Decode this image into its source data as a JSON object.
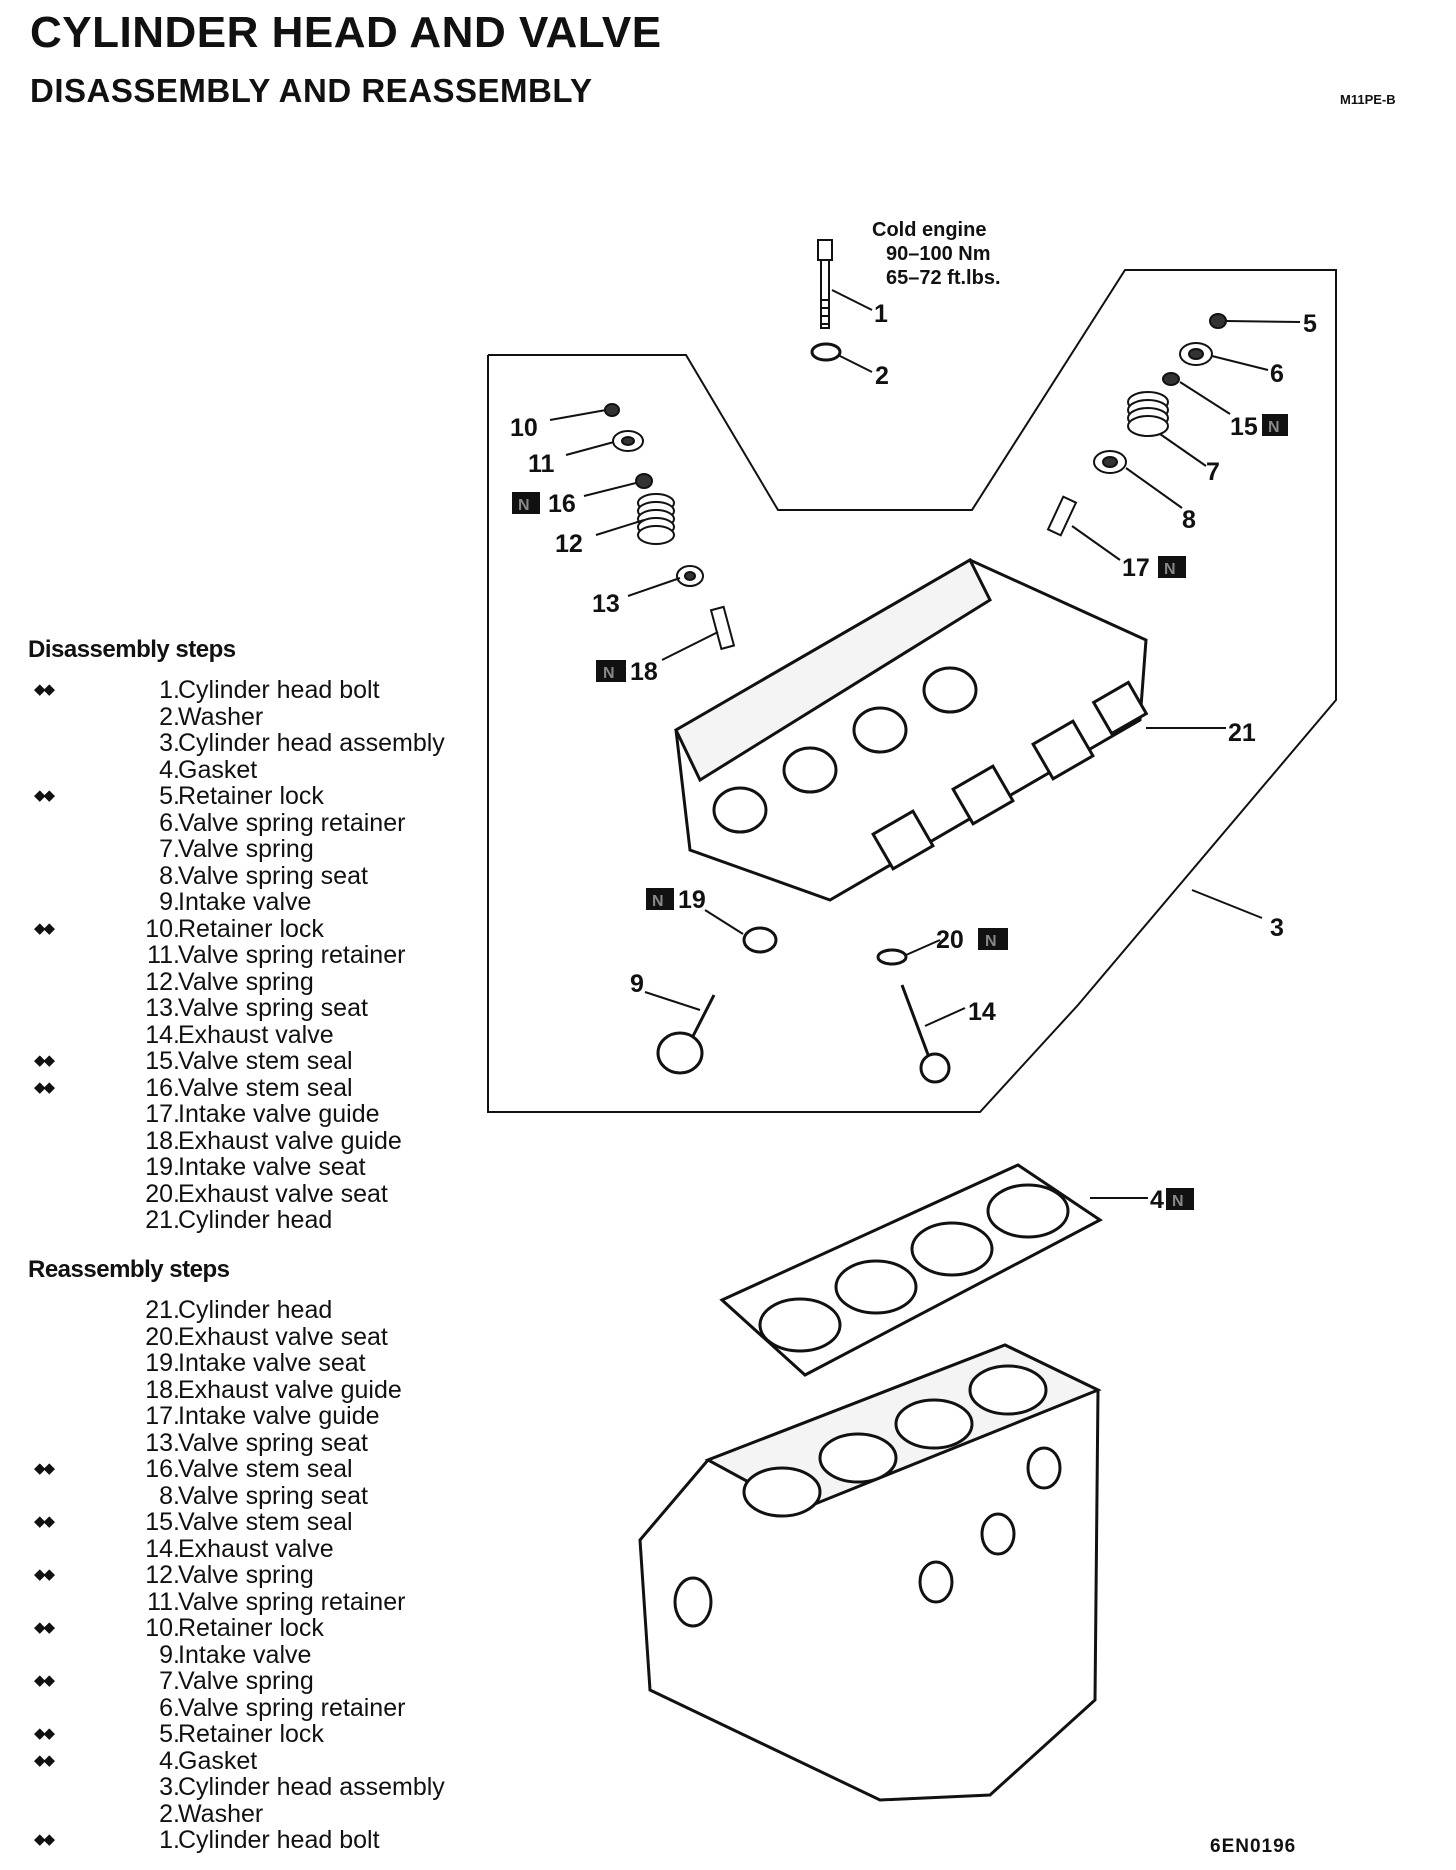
{
  "header": {
    "title": "CYLINDER HEAD AND VALVE",
    "subtitle": "DISASSEMBLY AND REASSEMBLY",
    "code": "M11PE-B"
  },
  "torque_note": {
    "line1": "Cold engine",
    "line2": "90–100 Nm",
    "line3": "65–72 ft.lbs."
  },
  "disassembly": {
    "heading": "Disassembly steps",
    "steps": [
      {
        "mark": "◆◆",
        "num": "1.",
        "text": "Cylinder head bolt"
      },
      {
        "mark": "",
        "num": "2.",
        "text": "Washer"
      },
      {
        "mark": "",
        "num": "3.",
        "text": "Cylinder head assembly"
      },
      {
        "mark": "",
        "num": "4.",
        "text": "Gasket"
      },
      {
        "mark": "◆◆",
        "num": "5.",
        "text": "Retainer lock"
      },
      {
        "mark": "",
        "num": "6.",
        "text": "Valve spring retainer"
      },
      {
        "mark": "",
        "num": "7.",
        "text": "Valve spring"
      },
      {
        "mark": "",
        "num": "8.",
        "text": "Valve spring seat"
      },
      {
        "mark": "",
        "num": "9.",
        "text": "Intake valve"
      },
      {
        "mark": "◆◆",
        "num": "10.",
        "text": "Retainer lock"
      },
      {
        "mark": "",
        "num": "11.",
        "text": "Valve spring retainer"
      },
      {
        "mark": "",
        "num": "12.",
        "text": "Valve spring"
      },
      {
        "mark": "",
        "num": "13.",
        "text": "Valve spring seat"
      },
      {
        "mark": "",
        "num": "14.",
        "text": "Exhaust valve"
      },
      {
        "mark": "◆◆",
        "num": "15.",
        "text": "Valve stem seal"
      },
      {
        "mark": "◆◆",
        "num": "16.",
        "text": "Valve stem seal"
      },
      {
        "mark": "",
        "num": "17.",
        "text": "Intake valve guide"
      },
      {
        "mark": "",
        "num": "18.",
        "text": "Exhaust valve guide"
      },
      {
        "mark": "",
        "num": "19.",
        "text": "Intake valve seat"
      },
      {
        "mark": "",
        "num": "20.",
        "text": "Exhaust valve seat"
      },
      {
        "mark": "",
        "num": "21.",
        "text": "Cylinder head"
      }
    ]
  },
  "reassembly": {
    "heading": "Reassembly steps",
    "steps": [
      {
        "mark": "",
        "num": "21.",
        "text": "Cylinder head"
      },
      {
        "mark": "",
        "num": "20.",
        "text": "Exhaust valve seat"
      },
      {
        "mark": "",
        "num": "19.",
        "text": "Intake valve seat"
      },
      {
        "mark": "",
        "num": "18.",
        "text": "Exhaust valve guide"
      },
      {
        "mark": "",
        "num": "17.",
        "text": "Intake valve guide"
      },
      {
        "mark": "",
        "num": "13.",
        "text": "Valve spring seat"
      },
      {
        "mark": "◆◆",
        "num": "16.",
        "text": "Valve stem seal"
      },
      {
        "mark": "",
        "num": "8.",
        "text": "Valve spring seat"
      },
      {
        "mark": "◆◆",
        "num": "15.",
        "text": "Valve stem seal"
      },
      {
        "mark": "",
        "num": "14.",
        "text": "Exhaust valve"
      },
      {
        "mark": "◆◆",
        "num": "12.",
        "text": "Valve spring"
      },
      {
        "mark": "",
        "num": "11.",
        "text": "Valve spring retainer"
      },
      {
        "mark": "◆◆",
        "num": "10.",
        "text": "Retainer lock"
      },
      {
        "mark": "",
        "num": "9.",
        "text": "Intake valve"
      },
      {
        "mark": "◆◆",
        "num": "7.",
        "text": "Valve spring"
      },
      {
        "mark": "",
        "num": "6.",
        "text": "Valve spring retainer"
      },
      {
        "mark": "◆◆",
        "num": "5.",
        "text": "Retainer lock"
      },
      {
        "mark": "◆◆",
        "num": "4.",
        "text": "Gasket"
      },
      {
        "mark": "",
        "num": "3.",
        "text": "Cylinder head assembly"
      },
      {
        "mark": "",
        "num": "2.",
        "text": "Washer"
      },
      {
        "mark": "◆◆",
        "num": "1.",
        "text": "Cylinder head bolt"
      }
    ]
  },
  "callouts": {
    "c1": "1",
    "c2": "2",
    "c3": "3",
    "c4": "4",
    "c5": "5",
    "c6": "6",
    "c7": "7",
    "c8": "8",
    "c9": "9",
    "c10": "10",
    "c11": "11",
    "c12": "12",
    "c13": "13",
    "c14": "14",
    "c15": "15",
    "c16": "16",
    "c17": "17",
    "c18": "18",
    "c19": "19",
    "c20": "20",
    "c21": "21",
    "new_part_mark": "N"
  },
  "figure_code": "6EN0196"
}
